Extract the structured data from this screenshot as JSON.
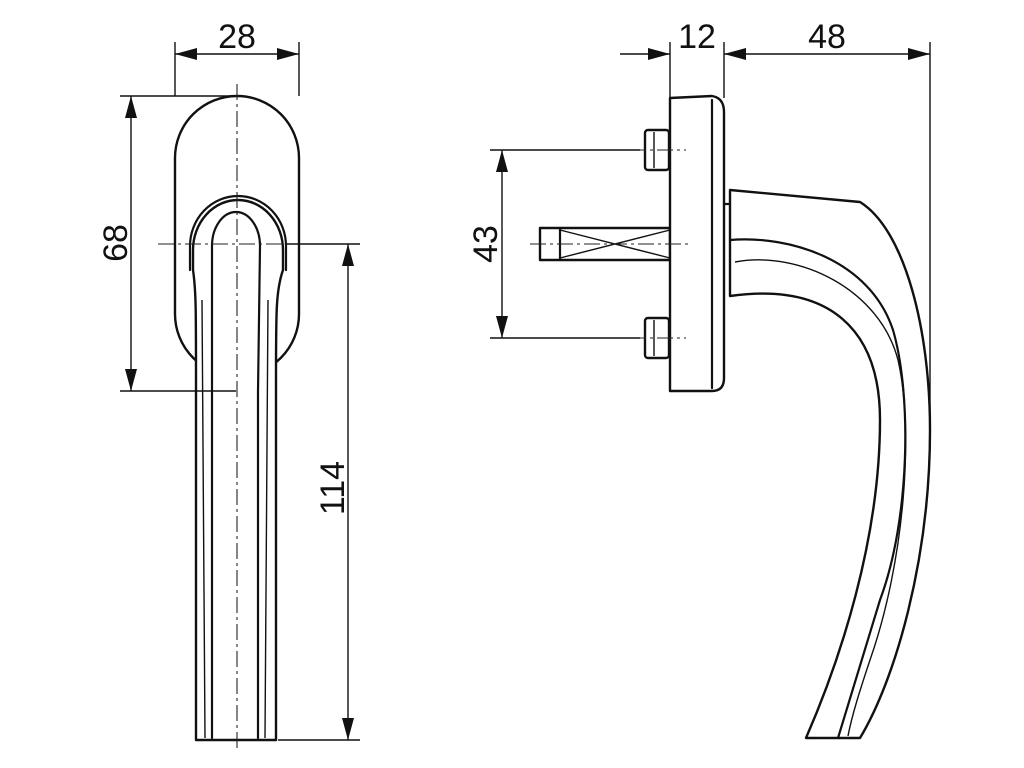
{
  "dimensions": {
    "front_width": "28",
    "front_rose_height": "68",
    "front_lever_length": "114",
    "side_rose_depth": "12",
    "side_projection": "48",
    "side_screw_spacing": "43"
  },
  "colors": {
    "line": "#111111",
    "background": "#ffffff"
  }
}
